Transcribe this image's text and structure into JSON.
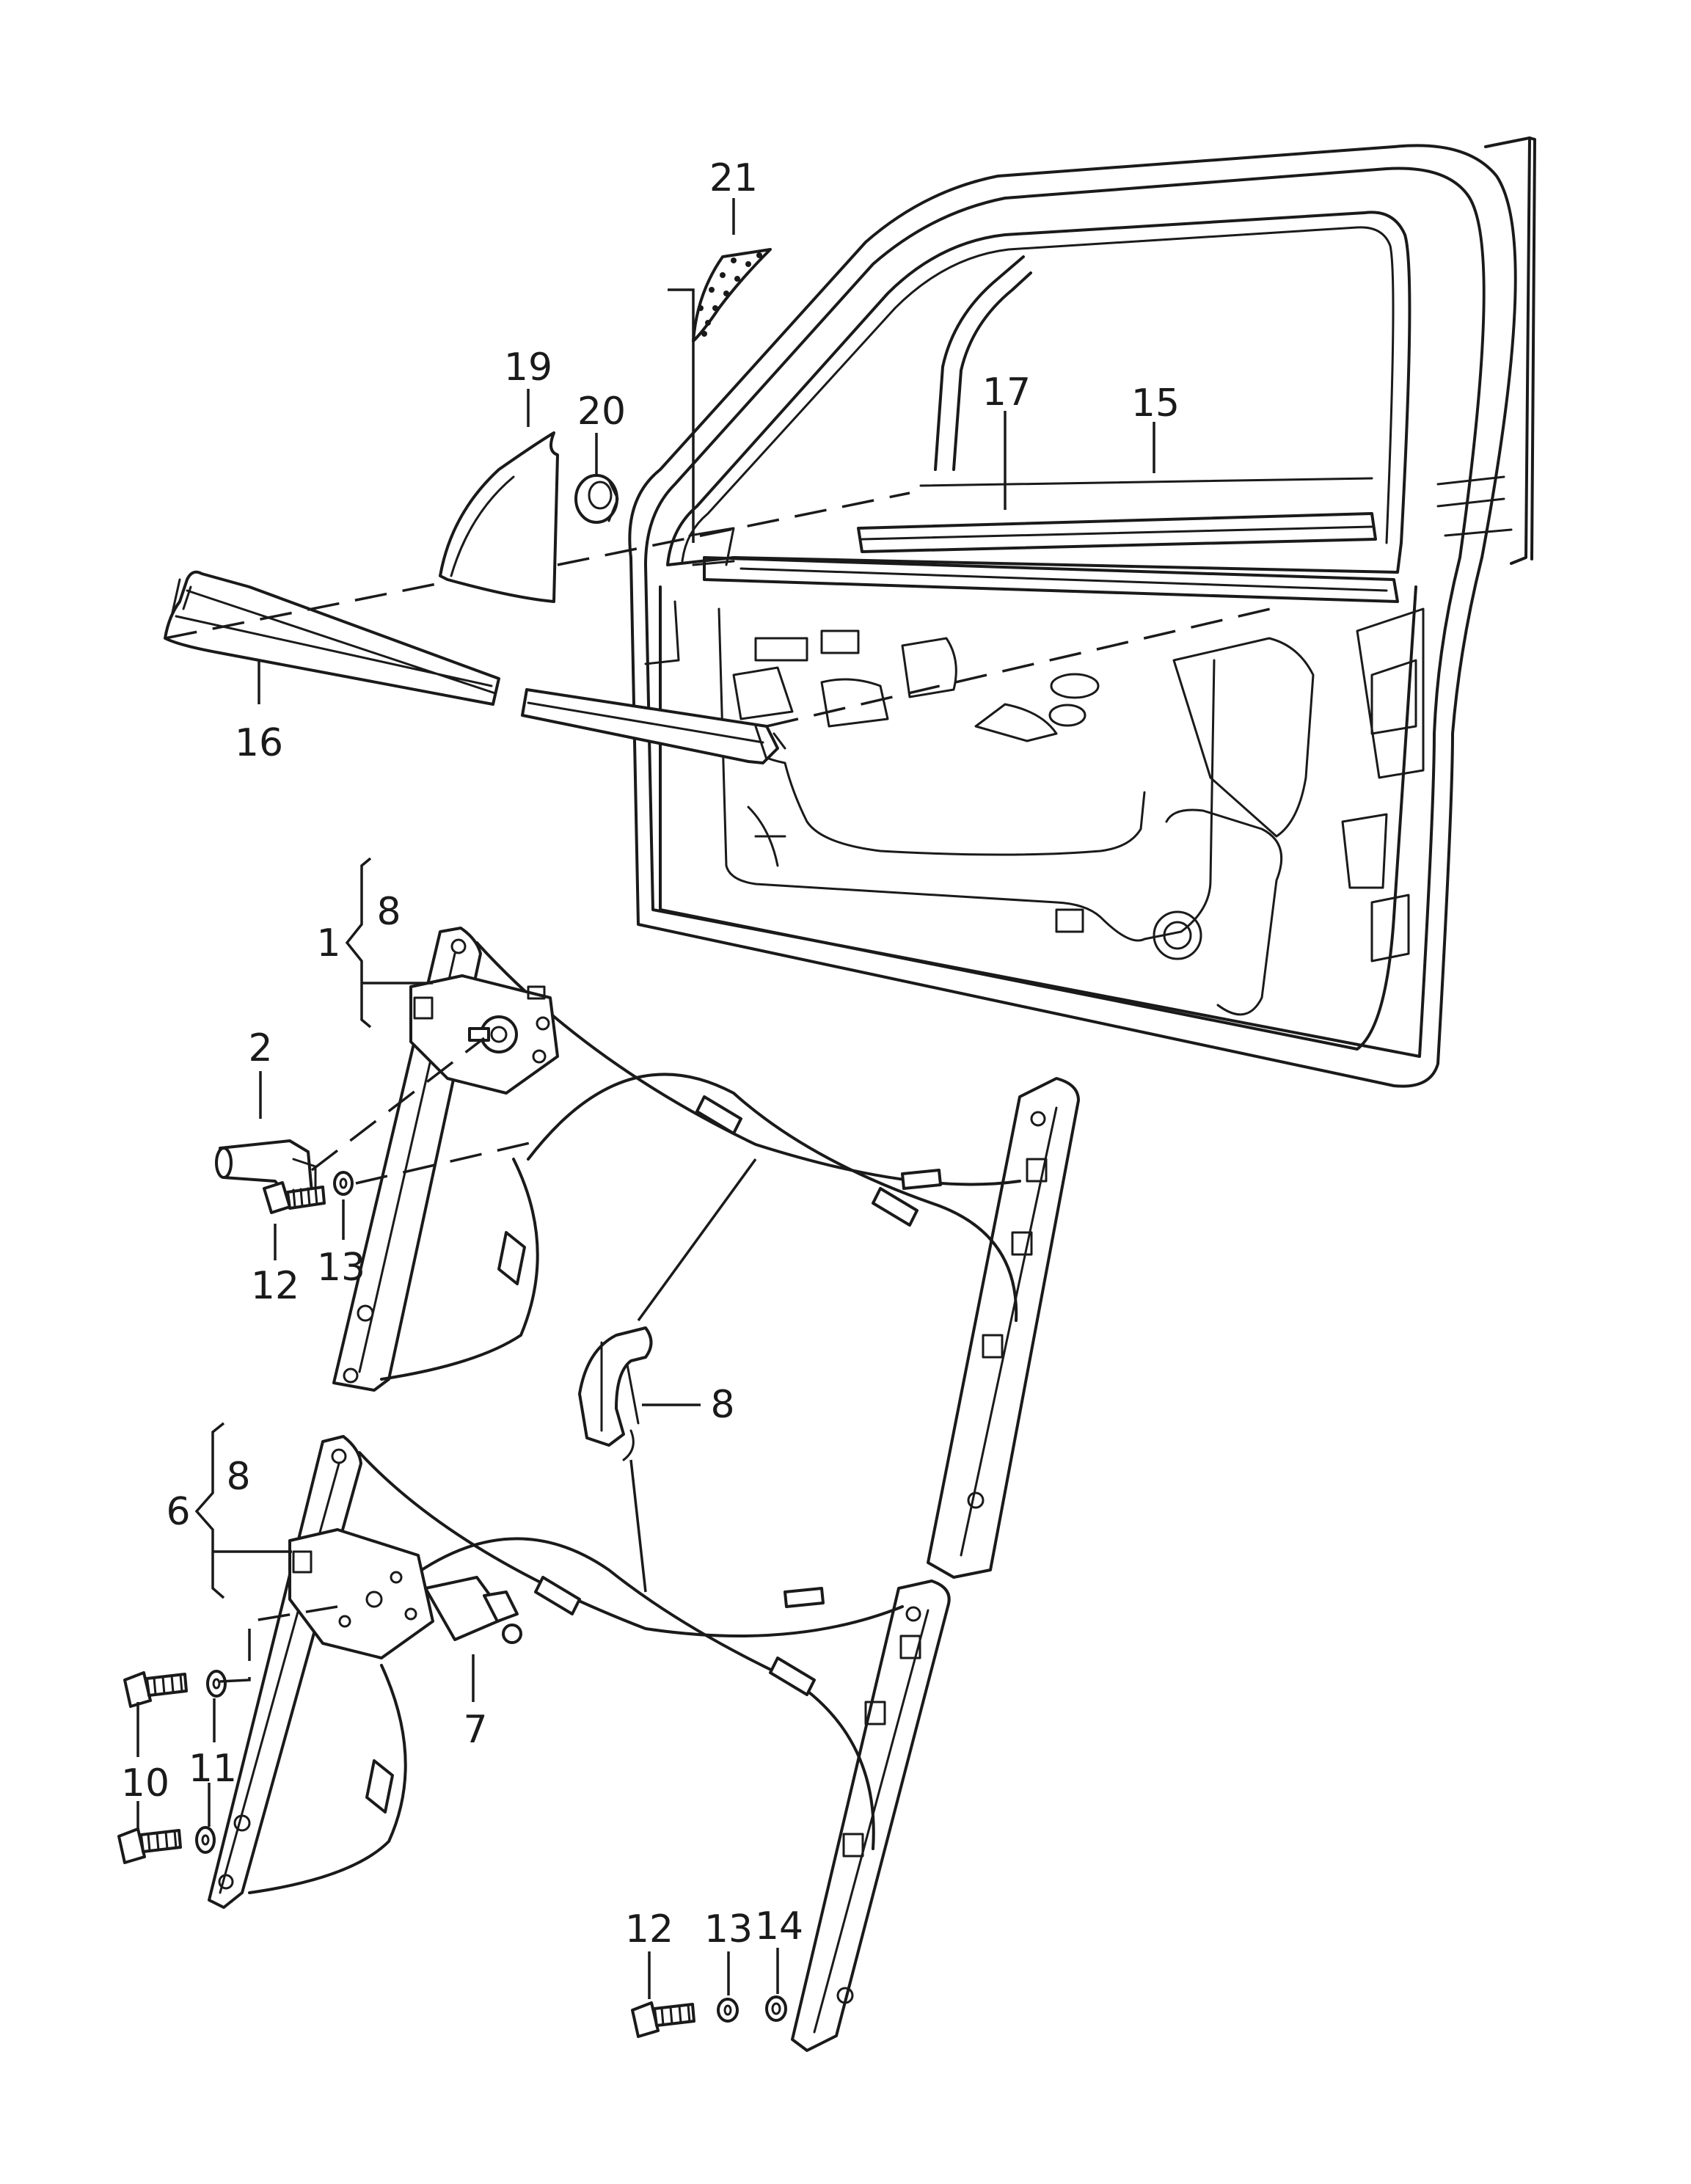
{
  "callouts": {
    "c1": "1",
    "c2": "2",
    "c6": "6",
    "c7": "7",
    "c8_top": "8",
    "c8_mid": "8",
    "c8_bottom": "8",
    "c10": "10",
    "c11": "11",
    "c12_top": "12",
    "c12_bottom": "12",
    "c13_top": "13",
    "c13_bottom": "13",
    "c14": "14",
    "c15": "15",
    "c16": "16",
    "c17": "17",
    "c19": "19",
    "c20": "20",
    "c21": "21"
  }
}
